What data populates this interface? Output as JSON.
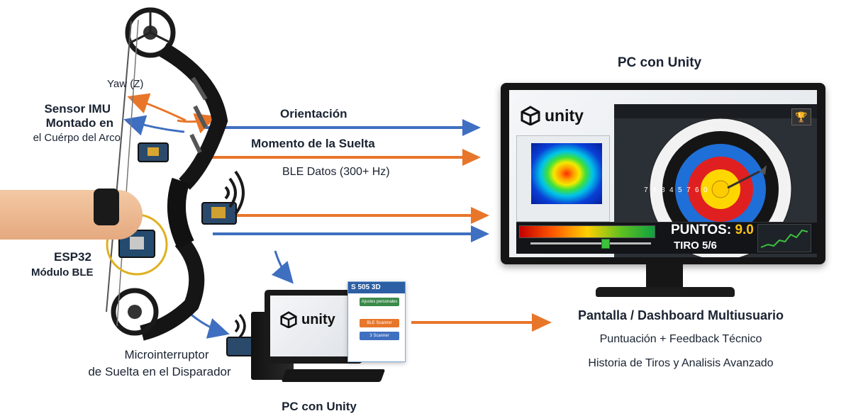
{
  "bow": {
    "yaw_label": "Yaw (Z)",
    "imu_label_lines": [
      "Sensor IMU",
      "Montado en",
      "el Cuérpo del Arco"
    ],
    "esp32_label_lines": [
      "ESP32",
      "Módulo BLE"
    ],
    "microswitch_label_lines": [
      "Microinterruptor",
      "de Suelta en el Disparador"
    ]
  },
  "flows": {
    "orientation": "Orientación",
    "release_moment": "Momento de la Suelta",
    "ble_data": "BLE Datos (300+ Hz)"
  },
  "main_pc": {
    "title": "PC con Unity",
    "unity_logo_text": "unity",
    "target_numbers": [
      "7",
      "8",
      "8",
      "4",
      "5",
      "7",
      "6",
      "0"
    ],
    "score_label": "PUNTOS:",
    "score_value": "9.0",
    "shot_label": "TIRO 5/6",
    "slider_level": 0.62
  },
  "small_pc": {
    "title": "PC con Unity",
    "unity_logo_text": "unity",
    "panel_title": "S 505 3D",
    "panel_items": [
      "Ajustes personales",
      "BLE Scanner",
      "3 Scanner"
    ]
  },
  "dashboard": {
    "line1": "Pantalla / Dashboard Multiusuario",
    "line2": "Puntuación + Feedback Técnico",
    "line3": "Historia de Tiros y Analisis Avanzado"
  },
  "colors": {
    "blue_arrow": "#3f6fc0",
    "orange_arrow": "#e8762a",
    "text": "#1a2332"
  }
}
